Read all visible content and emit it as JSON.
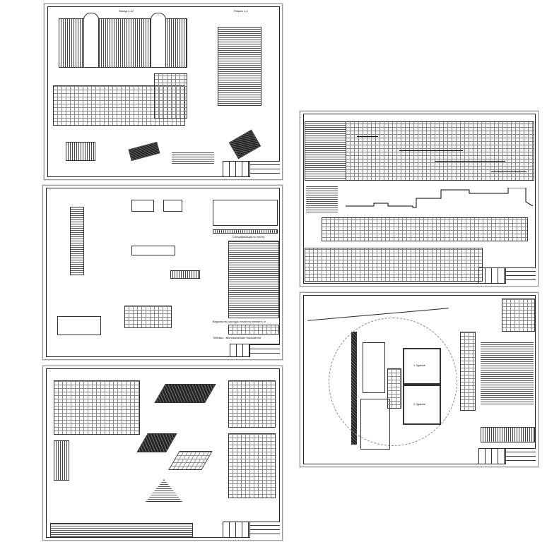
{
  "sheets": [
    {
      "name": "facade-plan-section",
      "titles": {
        "facade": "Фасад 1-12",
        "section": "Разрез 1-1"
      }
    },
    {
      "name": "structural-details",
      "titles": {
        "spec": "Спецификация по плиту",
        "steel": "Ведомость расхода стали на элемент, кг",
        "tep": "Технико - экономические показатели"
      }
    },
    {
      "name": "roofing-works",
      "titles": {}
    },
    {
      "name": "schedule",
      "titles": {}
    },
    {
      "name": "site-plan",
      "labels": {
        "building1": "1 Здание",
        "building2": "2 Здание"
      }
    }
  ]
}
